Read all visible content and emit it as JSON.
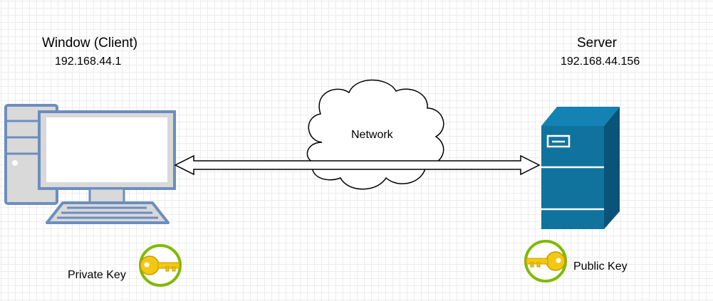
{
  "client": {
    "title": "Window (Client)",
    "ip": "192.168.44.1",
    "key_label": "Private Key",
    "key_icon": "key-icon"
  },
  "server": {
    "title": "Server",
    "ip": "192.168.44.156",
    "key_label": "Public Key",
    "key_icon": "key-icon"
  },
  "network": {
    "label": "Network"
  },
  "colors": {
    "desktop_stroke": "#6c8ebf",
    "desktop_fill": "#d9d9d9",
    "server_fill": "#10739e",
    "server_dark": "#0a5478",
    "key_fill": "#f2c811",
    "key_ring": "#7fba00",
    "cloud_stroke": "#000000",
    "arrow_stroke": "#000000"
  }
}
